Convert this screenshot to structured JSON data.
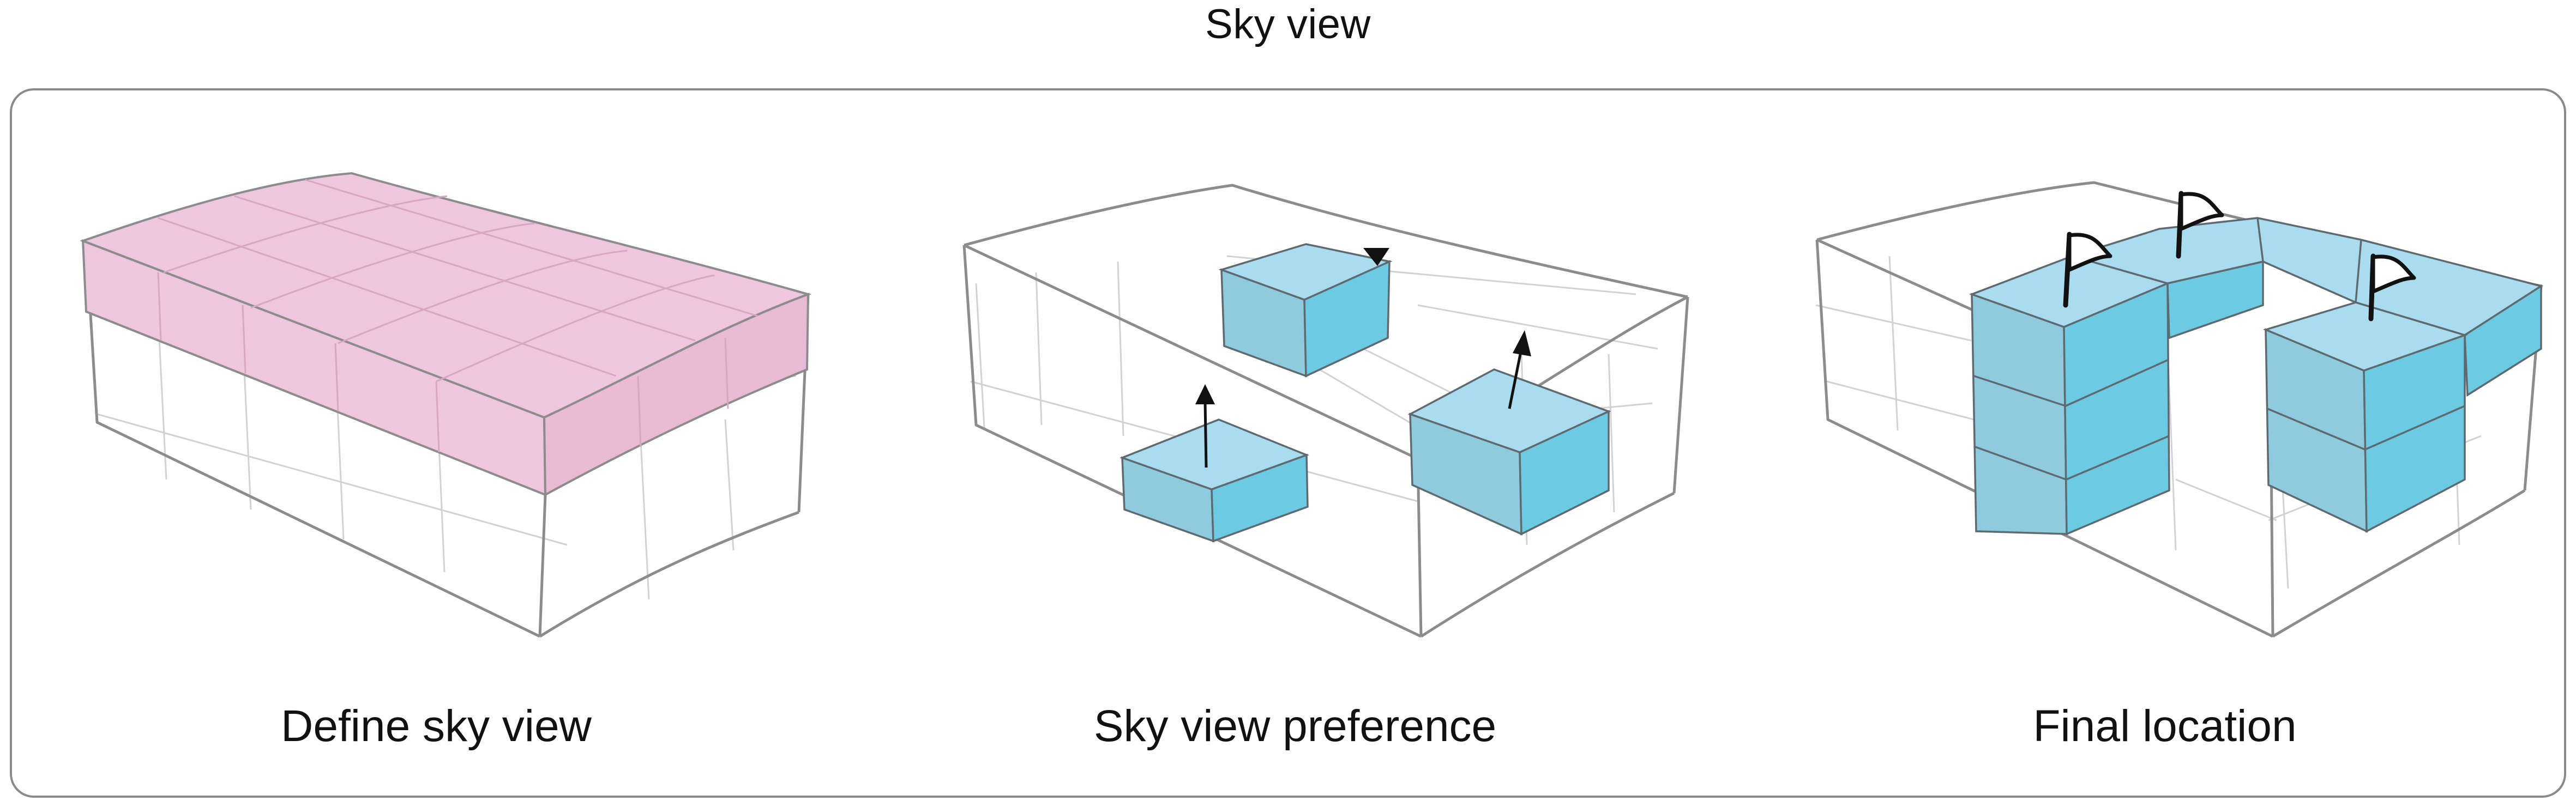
{
  "title": "Sky view",
  "panels": [
    {
      "caption": "Define sky view"
    },
    {
      "caption": "Sky view preference"
    },
    {
      "caption": "Final location"
    }
  ],
  "colors": {
    "sky_view_layer": "#eec6de",
    "unit_top": "#a9dcee",
    "unit_front": "#8fcbde",
    "unit_side": "#6ccbe3",
    "outline": "#8c8c8c",
    "frame": "#8a8a8a"
  },
  "icons": [
    "up-arrow-icon",
    "flag-icon"
  ]
}
